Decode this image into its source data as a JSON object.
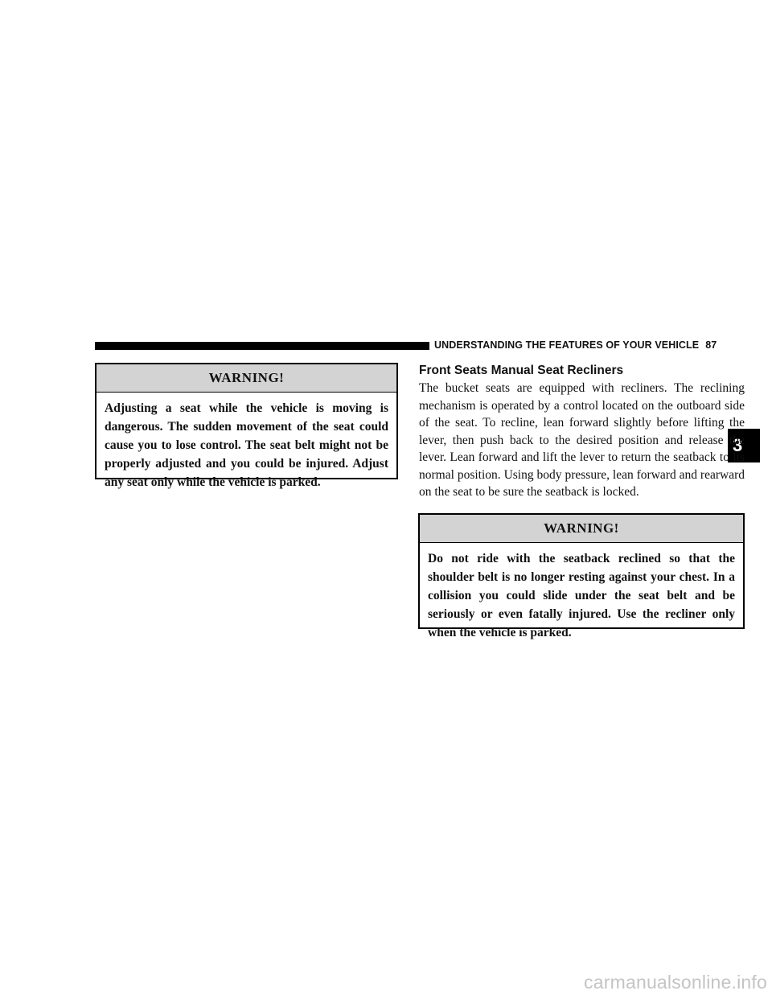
{
  "header": {
    "title": "UNDERSTANDING THE FEATURES OF YOUR VEHICLE",
    "page_number": "87"
  },
  "chapter_tab": "3",
  "warning_left": {
    "heading": "WARNING!",
    "text": "Adjusting a seat while the vehicle is moving is dangerous. The sudden movement of the seat could cause you to lose control. The seat belt might not be properly adjusted and you could be injured. Adjust any seat only while the vehicle is parked."
  },
  "section": {
    "heading": "Front Seats Manual Seat Recliners",
    "body": "The bucket seats are equipped with recliners. The reclining mechanism is operated by a control located on the outboard side of the seat. To recline, lean forward slightly before lifting the lever, then push back to the desired position and release the lever. Lean forward and lift the lever to return the seatback to its normal position. Using body pressure, lean forward and rearward on the seat to be sure the seatback is locked."
  },
  "warning_right": {
    "heading": "WARNING!",
    "text": "Do not ride with the seatback reclined so that the shoulder belt is no longer resting against your chest. In a collision you could slide under the seat belt and be seriously or even fatally injured. Use the recliner only when the vehicle is parked."
  },
  "watermark": "carmanualsonline.info",
  "colors": {
    "warning_header_bg": "#d3d3d3",
    "watermark": "#c4c4c4"
  }
}
